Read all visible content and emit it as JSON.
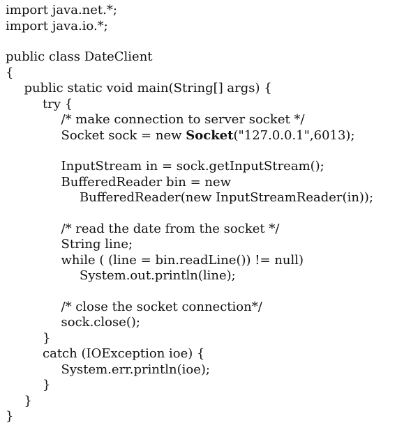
{
  "code": {
    "language": "java",
    "lines": [
      {
        "indent": 0,
        "segments": [
          {
            "text": "import java.net.*;",
            "bold": false
          }
        ]
      },
      {
        "indent": 0,
        "segments": [
          {
            "text": "import java.io.*;",
            "bold": false
          }
        ]
      },
      {
        "indent": 0,
        "segments": []
      },
      {
        "indent": 0,
        "segments": [
          {
            "text": "public class DateClient",
            "bold": false
          }
        ]
      },
      {
        "indent": 0,
        "segments": [
          {
            "text": "{",
            "bold": false
          }
        ]
      },
      {
        "indent": 1,
        "segments": [
          {
            "text": "public static void main(String[] args) {",
            "bold": false
          }
        ]
      },
      {
        "indent": 2,
        "segments": [
          {
            "text": "try {",
            "bold": false
          }
        ]
      },
      {
        "indent": 3,
        "segments": [
          {
            "text": "/* make connection to server socket */",
            "bold": false
          }
        ]
      },
      {
        "indent": 3,
        "segments": [
          {
            "text": "Socket sock = new ",
            "bold": false
          },
          {
            "text": "Socket",
            "bold": true
          },
          {
            "text": "(\"127.0.0.1\",6013);",
            "bold": false
          }
        ]
      },
      {
        "indent": 0,
        "segments": []
      },
      {
        "indent": 3,
        "segments": [
          {
            "text": "InputStream in = sock.getInputStream();",
            "bold": false
          }
        ]
      },
      {
        "indent": 3,
        "segments": [
          {
            "text": "BufferedReader bin = new",
            "bold": false
          }
        ]
      },
      {
        "indent": 4,
        "segments": [
          {
            "text": "BufferedReader(new InputStreamReader(in));",
            "bold": false
          }
        ]
      },
      {
        "indent": 0,
        "segments": []
      },
      {
        "indent": 3,
        "segments": [
          {
            "text": "/* read the date from the socket */",
            "bold": false
          }
        ]
      },
      {
        "indent": 3,
        "segments": [
          {
            "text": "String line;",
            "bold": false
          }
        ]
      },
      {
        "indent": 3,
        "segments": [
          {
            "text": "while ( (line = bin.readLine()) != null)",
            "bold": false
          }
        ]
      },
      {
        "indent": 4,
        "segments": [
          {
            "text": "System.out.println(line);",
            "bold": false
          }
        ]
      },
      {
        "indent": 0,
        "segments": []
      },
      {
        "indent": 3,
        "segments": [
          {
            "text": "/* close the socket connection*/",
            "bold": false
          }
        ]
      },
      {
        "indent": 3,
        "segments": [
          {
            "text": "sock.close();",
            "bold": false
          }
        ]
      },
      {
        "indent": 2,
        "segments": [
          {
            "text": "}",
            "bold": false
          }
        ]
      },
      {
        "indent": 2,
        "segments": [
          {
            "text": "catch (IOException ioe) {",
            "bold": false
          }
        ]
      },
      {
        "indent": 3,
        "segments": [
          {
            "text": "System.err.println(ioe);",
            "bold": false
          }
        ]
      },
      {
        "indent": 2,
        "segments": [
          {
            "text": "}",
            "bold": false
          }
        ]
      },
      {
        "indent": 1,
        "segments": [
          {
            "text": "}",
            "bold": false
          }
        ]
      },
      {
        "indent": 0,
        "segments": [
          {
            "text": "}",
            "bold": false
          }
        ]
      }
    ]
  }
}
